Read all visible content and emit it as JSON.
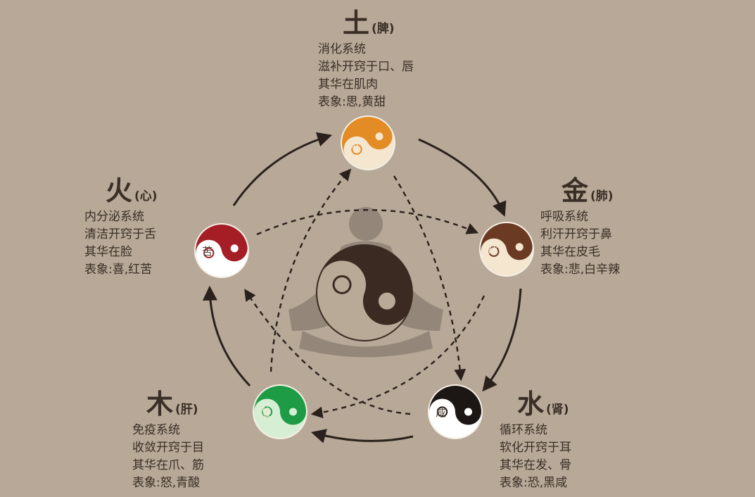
{
  "elements": [
    {
      "key": "earth",
      "char": "土",
      "organ": "(脾)",
      "flavor": "甜",
      "lines": [
        "消化系统",
        "滋补开窍于口、唇",
        "其华在肌肉",
        "表象:思,黄甜"
      ],
      "light": "#f4e6cf",
      "dark": "#e38b25"
    },
    {
      "key": "metal",
      "char": "金",
      "organ": "(肺)",
      "flavor": "辣",
      "lines": [
        "呼吸系统",
        "利汗开窍于鼻",
        "其华在皮毛",
        "表象:悲,白辛辣"
      ],
      "light": "#f4e6cf",
      "dark": "#6b3a22"
    },
    {
      "key": "water",
      "char": "水",
      "organ": "(肾)",
      "flavor": "咸",
      "lines": [
        "循环系统",
        "软化开窍于耳",
        "其华在发、骨",
        "表象:恐,黑咸"
      ],
      "light": "#ffffff",
      "dark": "#1c1714"
    },
    {
      "key": "wood",
      "char": "木",
      "organ": "(肝)",
      "flavor": "酸",
      "lines": [
        "免疫系统",
        "收敛开窍于目",
        "其华在爪、筋",
        "表象:怒,青酸"
      ],
      "light": "#d6efd4",
      "dark": "#1e9b45"
    },
    {
      "key": "fire",
      "char": "火",
      "organ": "(心)",
      "flavor": "苦",
      "lines": [
        "内分泌系统",
        "清洁开窍于舌",
        "其华在脸",
        "表象:喜,红苦"
      ],
      "light": "#ffffff",
      "dark": "#a51d25"
    }
  ],
  "colors": {
    "background": "#b7a897",
    "text": "#3a2e26",
    "arrow": "#2a211c",
    "center_dark": "#3b2a22",
    "center_light": "#b8aa96",
    "figure": "#8f8276"
  }
}
